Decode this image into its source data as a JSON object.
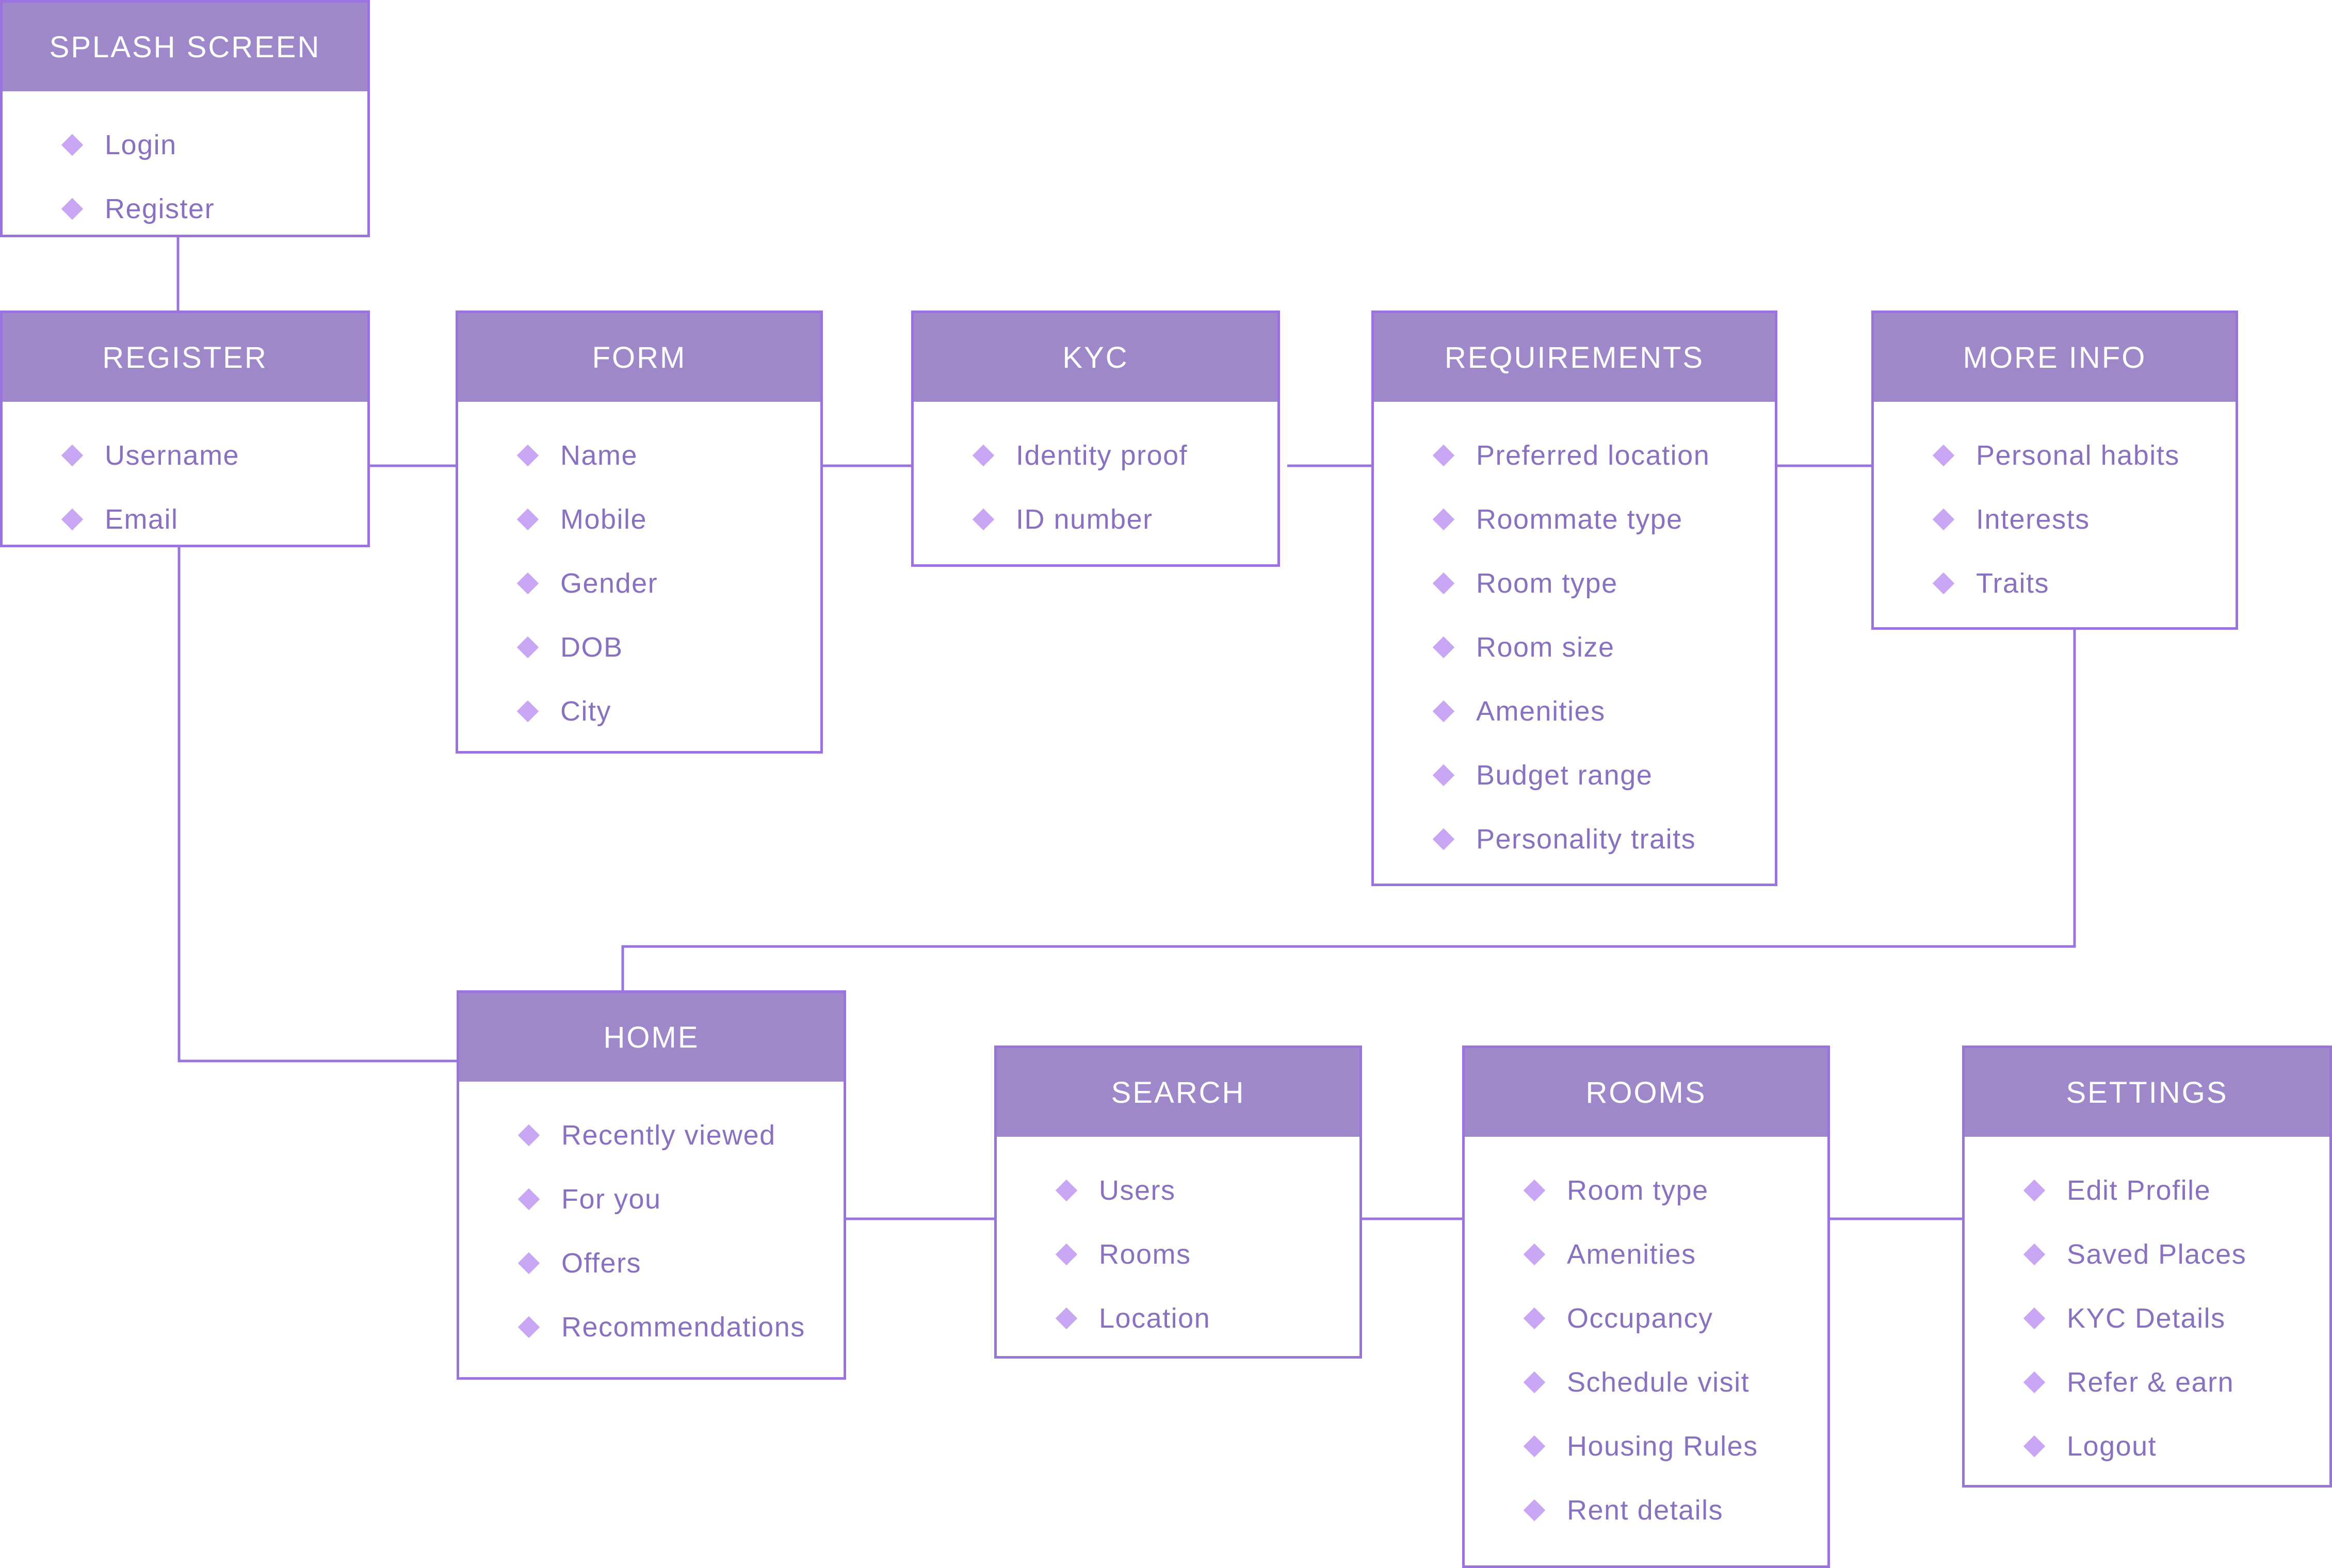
{
  "colors": {
    "line": "#9a74dc",
    "header": "#9f88c9",
    "bullet": "#c9a6f4",
    "text": "#8a70c0"
  },
  "icons": {
    "bullet": "diamond-bullet-icon"
  },
  "nodes": {
    "splash": {
      "title": "SPLASH SCREEN",
      "items": [
        "Login",
        "Register"
      ]
    },
    "register": {
      "title": "REGISTER",
      "items": [
        "Username",
        "Email"
      ]
    },
    "form": {
      "title": "FORM",
      "items": [
        "Name",
        "Mobile",
        "Gender",
        "DOB",
        "City"
      ]
    },
    "kyc": {
      "title": "KYC",
      "items": [
        "Identity proof",
        "ID number"
      ]
    },
    "requirements": {
      "title": "REQUIREMENTS",
      "items": [
        "Preferred location",
        "Roommate type",
        "Room type",
        "Room size",
        "Amenities",
        "Budget range",
        "Personality traits"
      ]
    },
    "more_info": {
      "title": "MORE INFO",
      "items": [
        "Personal habits",
        "Interests",
        "Traits"
      ]
    },
    "home": {
      "title": "HOME",
      "items": [
        "Recently viewed",
        "For you",
        "Offers",
        "Recommendations"
      ]
    },
    "search": {
      "title": "SEARCH",
      "items": [
        "Users",
        "Rooms",
        "Location"
      ]
    },
    "rooms": {
      "title": "ROOMS",
      "items": [
        "Room type",
        "Amenities",
        "Occupancy",
        "Schedule visit",
        "Housing Rules",
        "Rent details"
      ]
    },
    "settings": {
      "title": "SETTINGS",
      "items": [
        "Edit Profile",
        "Saved Places",
        "KYC Details",
        "Refer & earn",
        "Logout"
      ]
    }
  }
}
